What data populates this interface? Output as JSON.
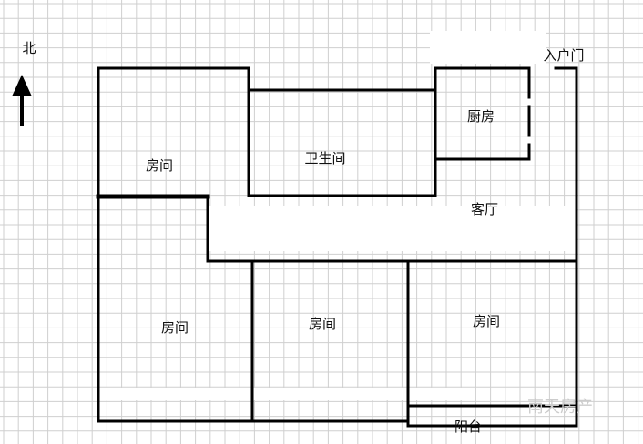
{
  "compass": {
    "label": "北"
  },
  "entrance": {
    "label": "入户门"
  },
  "rooms": {
    "bedroom_northwest": "房间",
    "bathroom": "卫生间",
    "kitchen": "厨房",
    "living_room": "客厅",
    "bedroom_southwest": "房间",
    "bedroom_middle": "房间",
    "bedroom_east": "房间",
    "balcony": "阳台"
  },
  "watermark": {
    "text": "南天房产"
  },
  "colors": {
    "grid": "#cfcfcf",
    "wall": "#000000",
    "background": "#ffffff"
  }
}
